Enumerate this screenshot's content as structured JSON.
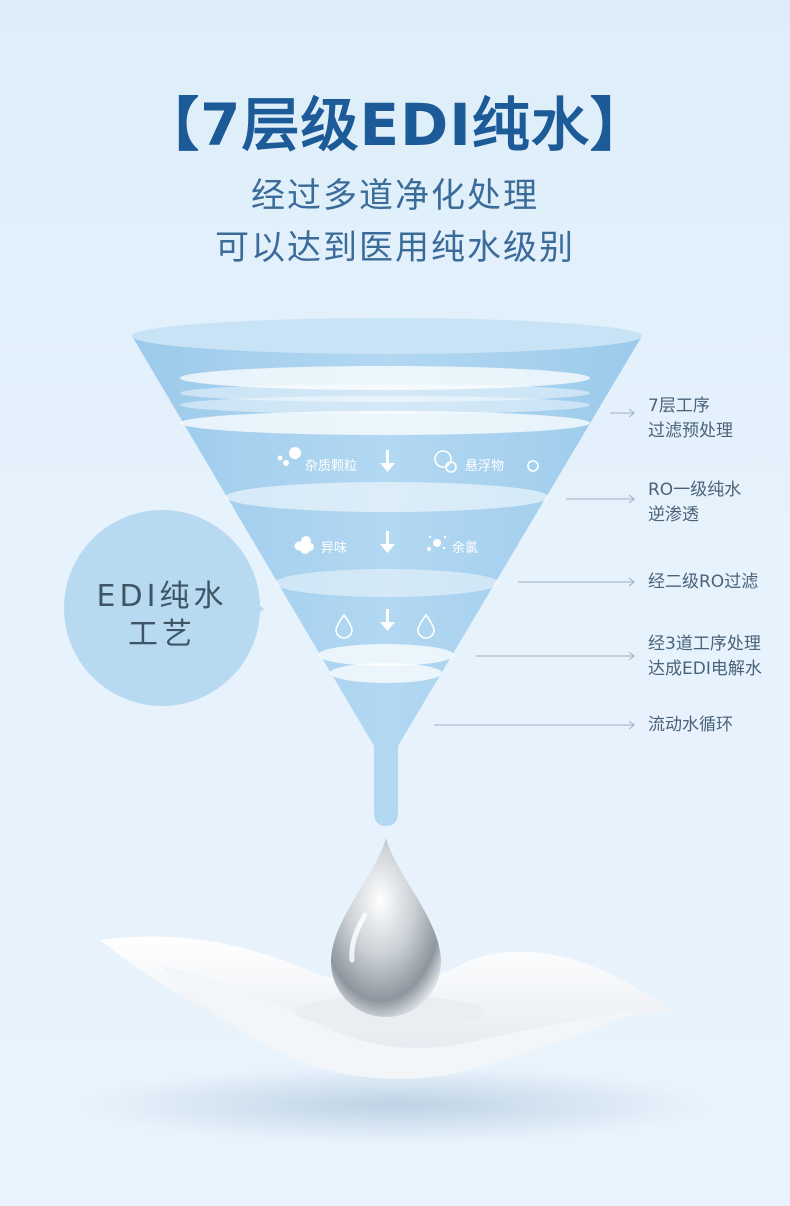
{
  "title": "【7层级EDI纯水】",
  "subtitle_line1": "经过多道净化处理",
  "subtitle_line2": "可以达到医用纯水级别",
  "bubble": {
    "line1": "EDI纯水",
    "line2": "工艺"
  },
  "funnel_labels": {
    "impurity": "杂质颗粒",
    "suspended": "悬浮物",
    "odor": "异味",
    "chlorine": "余氯"
  },
  "stages": [
    {
      "line1": "7层工序",
      "line2": "过滤预处理"
    },
    {
      "line1": "RO一级纯水",
      "line2": "逆渗透"
    },
    {
      "line1": "经二级RO过滤",
      "line2": ""
    },
    {
      "line1": "经3道工序处理",
      "line2": "达成EDI电解水"
    },
    {
      "line1": "流动水循环",
      "line2": ""
    }
  ],
  "colors": {
    "title": "#1c5a98",
    "funnel": "#a9d2ef",
    "background": "#e3f0fb"
  }
}
